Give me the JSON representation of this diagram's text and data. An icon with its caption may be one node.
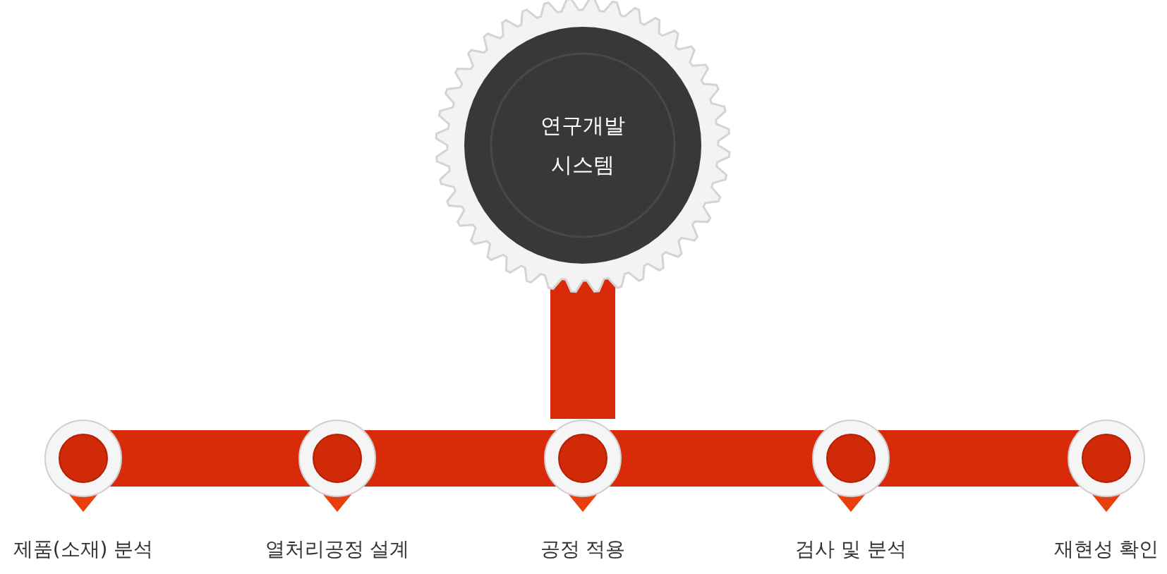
{
  "diagram": {
    "nodes": [
      {
        "text": [
          "연구개발 시스템"
        ]
      },
      {
        "text": [],
        "shape": "circle",
        "beside": [
          "제품(소재) 분석"
        ]
      },
      {
        "text": [],
        "shape": "circle",
        "beside": [
          "열처리공정 설계"
        ]
      },
      {
        "text": [],
        "shape": "circle",
        "beside": [
          "공정 적용"
        ]
      },
      {
        "text": [],
        "shape": "circle",
        "beside": [
          "검사 및 분석"
        ]
      },
      {
        "text": [],
        "shape": "circle",
        "beside": [
          "재현성 확인"
        ]
      }
    ],
    "edges": [
      {
        "from": 0,
        "to": 3,
        "arrow": "none"
      },
      {
        "from": 1,
        "to": 2,
        "arrow": "none"
      },
      {
        "from": 2,
        "to": 3,
        "arrow": "none"
      },
      {
        "from": 3,
        "to": 4,
        "arrow": "none"
      },
      {
        "from": 4,
        "to": 5,
        "arrow": "none"
      }
    ]
  }
}
